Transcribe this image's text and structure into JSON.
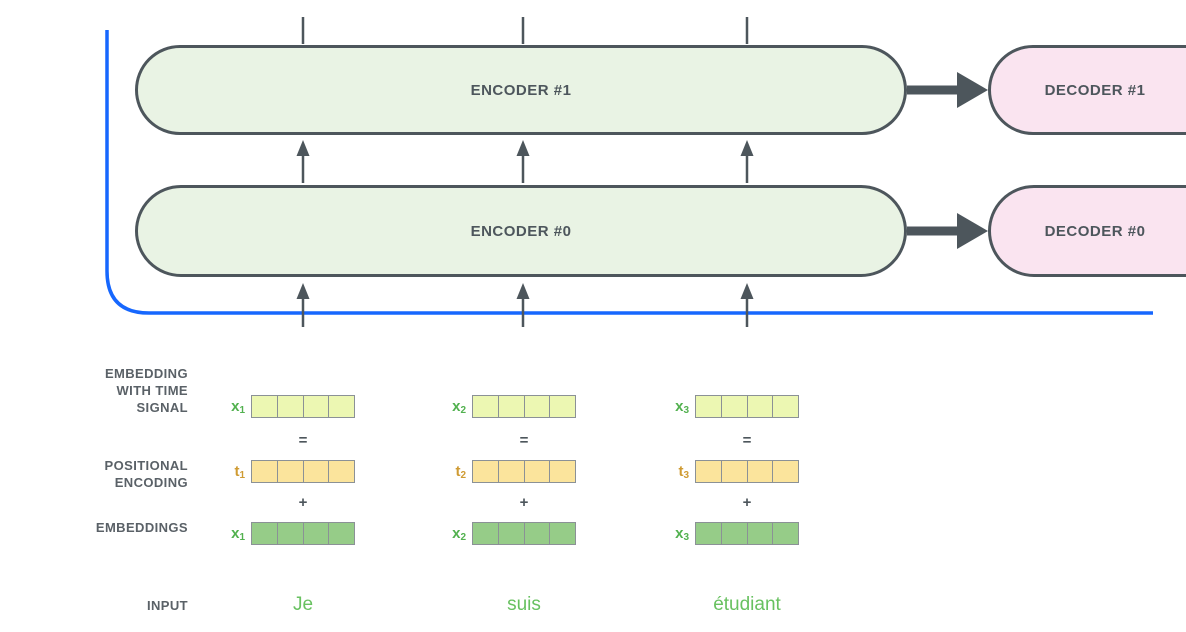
{
  "colors": {
    "ink": "#4d565c",
    "label-text": "#5a6167",
    "residual-blue": "#1667fe",
    "encoder-fill": "#e9f3e4",
    "decoder-fill": "#fae4f0",
    "x-label-green": "#52b14f",
    "word-green": "#68c160",
    "t-label-gold": "#cf9b33",
    "vec-time-signal": "#ecf7b2",
    "vec-positional": "#fbe49c",
    "vec-embedding": "#96cc88",
    "cell-border": "#8b9196"
  },
  "blocks": {
    "encoders": [
      "ENCODER #1",
      "ENCODER #0"
    ],
    "decoders": [
      "DECODER #1",
      "DECODER #0"
    ]
  },
  "labels": {
    "embedding_time_signal": [
      "EMBEDDING",
      "WITH TIME",
      "SIGNAL"
    ],
    "positional_encoding": [
      "POSITIONAL",
      "ENCODING"
    ],
    "embeddings": "EMBEDDINGS",
    "input": "INPUT"
  },
  "operators": {
    "equals": "=",
    "plus": "+"
  },
  "columns": [
    {
      "x_label": "x",
      "x_sub": "1",
      "t_label": "t",
      "t_sub": "1",
      "word": "Je"
    },
    {
      "x_label": "x",
      "x_sub": "2",
      "t_label": "t",
      "t_sub": "2",
      "word": "suis"
    },
    {
      "x_label": "x",
      "x_sub": "3",
      "t_label": "t",
      "t_sub": "3",
      "word": "étudiant"
    }
  ],
  "vector_cells": 4
}
